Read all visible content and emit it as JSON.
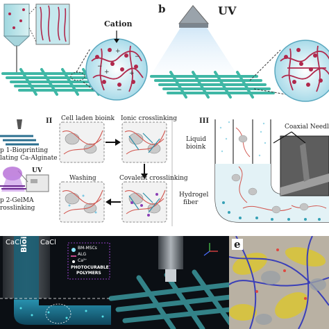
{
  "panels": {
    "a": {
      "label": "Cation"
    },
    "b": {
      "letter": "b",
      "source_label": "UV"
    },
    "c": {
      "step1_lines": [
        "p 1-Bioprinting",
        "lating Ca-Alginate"
      ],
      "uv_label": "UV",
      "step2_lines": [
        "p 2-GelMA",
        "rosslinking"
      ],
      "section_II": "II",
      "boxes": [
        "Cell laden bioink",
        "Ionic crosslinking",
        "Washing",
        "Covalent crosslinking"
      ],
      "section_III": "III",
      "liquid_bioink_lines": [
        "Liquid",
        "bioink"
      ],
      "coaxial_label": "Coaxial Needles",
      "hydrogel_lines": [
        "Hydrogel",
        "fiber"
      ]
    },
    "d": {
      "needle_labels": [
        "CaCl",
        "Bioink",
        "CaCl"
      ],
      "legend": [
        {
          "text": "BM-MSCs"
        },
        {
          "text": "ALG"
        },
        {
          "text": "Ca²⁺"
        }
      ],
      "legend_title_lines": [
        "PHOTOCURABLE",
        "POLYMERS"
      ]
    },
    "e": {
      "letter": "e"
    }
  },
  "colors": {
    "fiber_teal": "#3fb7a5",
    "polymer_red": "#b0284c",
    "hydrogel_blue": "#bfe3ef",
    "dark_bg": "#0b0f14",
    "glow_cyan": "#54e0e8"
  }
}
